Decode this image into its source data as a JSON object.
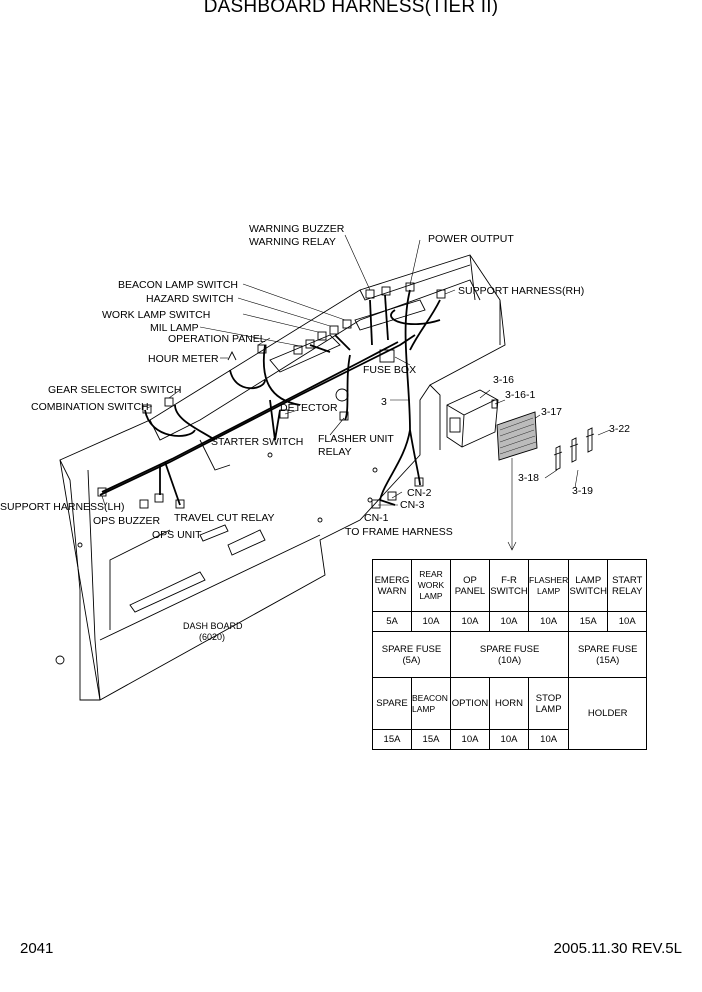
{
  "title": "DASHBOARD HARNESS(TIER II)",
  "labels": {
    "warning_buzzer": "WARNING BUZZER",
    "warning_relay": "WARNING RELAY",
    "power_output": "POWER OUTPUT",
    "beacon_lamp_switch": "BEACON LAMP SWITCH",
    "hazard_switch": "HAZARD SWITCH",
    "support_harness_rh": "SUPPORT HARNESS(RH)",
    "work_lamp_switch": "WORK LAMP SWITCH",
    "mil_lamp": "MIL LAMP",
    "operation_panel": "OPERATION PANEL",
    "hour_meter": "HOUR METER",
    "fuse_box": "FUSE BOX",
    "gear_selector_switch": "GEAR SELECTOR SWITCH",
    "combination_switch": "COMBINATION SWITCH",
    "detector": "DETECTOR",
    "ref_3": "3",
    "ref_3_16": "3-16",
    "ref_3_16_1": "3-16-1",
    "ref_3_17": "3-17",
    "ref_3_22": "3-22",
    "ref_3_18": "3-18",
    "ref_3_19": "3-19",
    "starter_switch": "STARTER SWITCH",
    "flasher_unit": "FLASHER UNIT",
    "relay": "RELAY",
    "cn_2": "CN-2",
    "cn_3": "CN-3",
    "cn_1": "CN-1",
    "to_frame_harness": "TO FRAME HARNESS",
    "support_harness_lh": "SUPPORT HARNESS(LH)",
    "ops_buzzer": "OPS BUZZER",
    "travel_cut_relay": "TRAVEL CUT RELAY",
    "ops_unit": "OPS UNIT",
    "dash_board": "DASH BOARD",
    "dash_board_no": "(6020)"
  },
  "fuse_table": {
    "row1_names": [
      "EMERG\nWARN",
      "REAR\nWORK\nLAMP",
      "OP\nPANEL",
      "F-R\nSWITCH",
      "FLASHER\nLAMP",
      "LAMP\nSWITCH",
      "START\nRELAY"
    ],
    "row1_values": [
      "5A",
      "10A",
      "10A",
      "10A",
      "10A",
      "15A",
      "10A"
    ],
    "spare_fuses": [
      "SPARE FUSE\n(5A)",
      "SPARE FUSE\n(10A)",
      "SPARE FUSE\n(15A)"
    ],
    "row3_names": [
      "SPARE",
      "BEACON\nLAMP",
      "OPTION",
      "HORN",
      "STOP\nLAMP"
    ],
    "holder": "HOLDER",
    "row3_values": [
      "15A",
      "15A",
      "10A",
      "10A",
      "10A"
    ]
  },
  "footer": {
    "page_number": "2041",
    "date_rev": "2005.11.30  REV.5L"
  }
}
